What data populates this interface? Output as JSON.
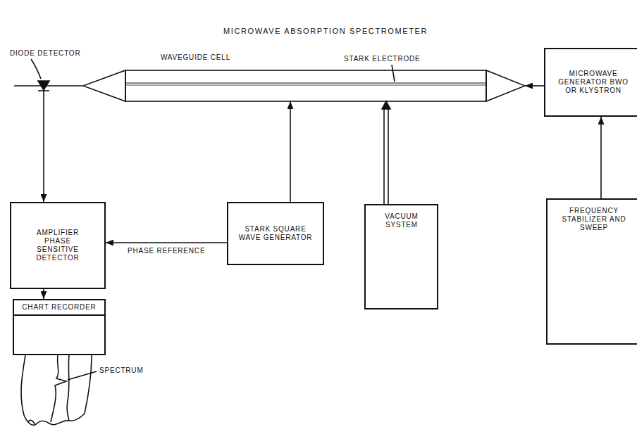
{
  "diagram": {
    "title": "MICROWAVE ABSORPTION SPECTROMETER",
    "nodes": [
      {
        "text": [
          "WAVEGUIDE CELL"
        ]
      },
      {
        "text": [
          "MICROWAVE GENERATOR BWO OR KLYSTRON"
        ]
      },
      {
        "text": [
          "AMPLIFIER PHASE SENSITIVE DETECTOR"
        ]
      },
      {
        "text": [
          "STARK SQUARE WAVE GENERATOR"
        ]
      },
      {
        "text": [
          "VACUUM SYSTEM"
        ]
      },
      {
        "text": [
          "FREQUENCY STABILIZER AND SWEEP"
        ]
      },
      {
        "text": [
          "CHART RECORDER"
        ]
      }
    ],
    "edges": [
      {
        "from": 1,
        "to": 0,
        "arrow": "to"
      },
      {
        "from": 0,
        "to": 2,
        "arrow": "to"
      },
      {
        "from": 3,
        "to": 0,
        "arrow": "to"
      },
      {
        "from": 4,
        "to": 0,
        "arrow": "to"
      },
      {
        "from": 5,
        "to": 1,
        "arrow": "to"
      },
      {
        "from": 3,
        "to": 2,
        "label": "PHASE REFERENCE",
        "arrow": "to"
      },
      {
        "from": 2,
        "to": 6,
        "arrow": "to"
      }
    ],
    "labels": [
      "DIODE DETECTOR",
      "STARK ELECTRODE",
      "SPECTRUM"
    ]
  }
}
